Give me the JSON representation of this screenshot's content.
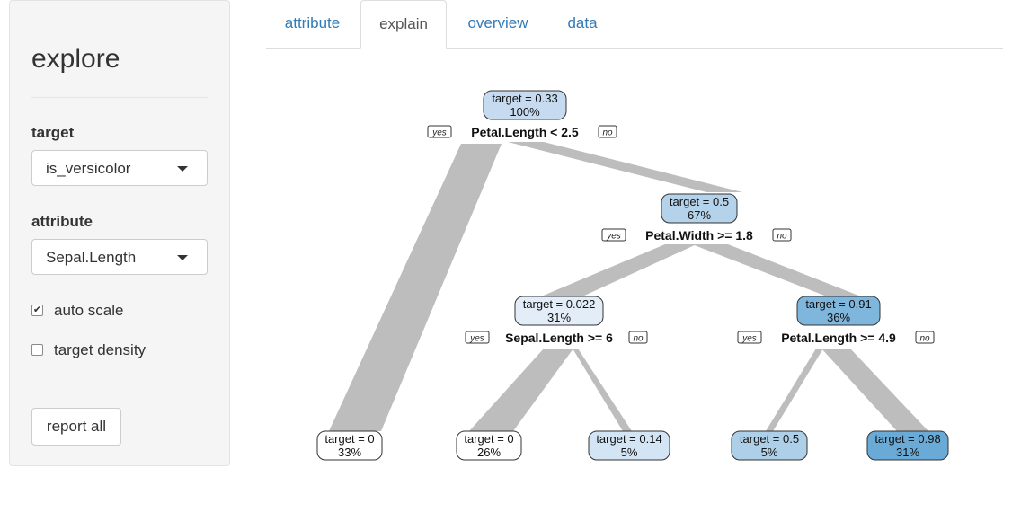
{
  "sidebar": {
    "title": "explore",
    "target_label": "target",
    "target_value": "is_versicolor",
    "attribute_label": "attribute",
    "attribute_value": "Sepal.Length",
    "auto_scale_label": "auto scale",
    "auto_scale_checked": true,
    "target_density_label": "target density",
    "target_density_checked": false,
    "report_button": "report all"
  },
  "tabs": [
    {
      "label": "attribute",
      "active": false
    },
    {
      "label": "explain",
      "active": true
    },
    {
      "label": "overview",
      "active": false
    },
    {
      "label": "data",
      "active": false
    }
  ],
  "tree": {
    "yes_label": "yes",
    "no_label": "no",
    "nodes": [
      {
        "line1": "target = 0.33",
        "line2": "100%",
        "split": "Petal.Length < 2.5",
        "fill": "#c6dbef"
      },
      {
        "line1": "target = 0.5",
        "line2": "67%",
        "split": "Petal.Width >= 1.8",
        "fill": "#b4d2ea"
      },
      {
        "line1": "target = 0.022",
        "line2": "31%",
        "split": "Sepal.Length >= 6",
        "fill": "#e2edf8"
      },
      {
        "line1": "target = 0.91",
        "line2": "36%",
        "split": "Petal.Length >= 4.9",
        "fill": "#7fb6dc"
      },
      {
        "line1": "target = 0",
        "line2": "33%",
        "fill": "#ffffff"
      },
      {
        "line1": "target = 0",
        "line2": "26%",
        "fill": "#ffffff"
      },
      {
        "line1": "target = 0.14",
        "line2": "5%",
        "fill": "#d3e4f4"
      },
      {
        "line1": "target = 0.5",
        "line2": "5%",
        "fill": "#aecfe8"
      },
      {
        "line1": "target = 0.98",
        "line2": "31%",
        "fill": "#6aaad6"
      }
    ]
  }
}
